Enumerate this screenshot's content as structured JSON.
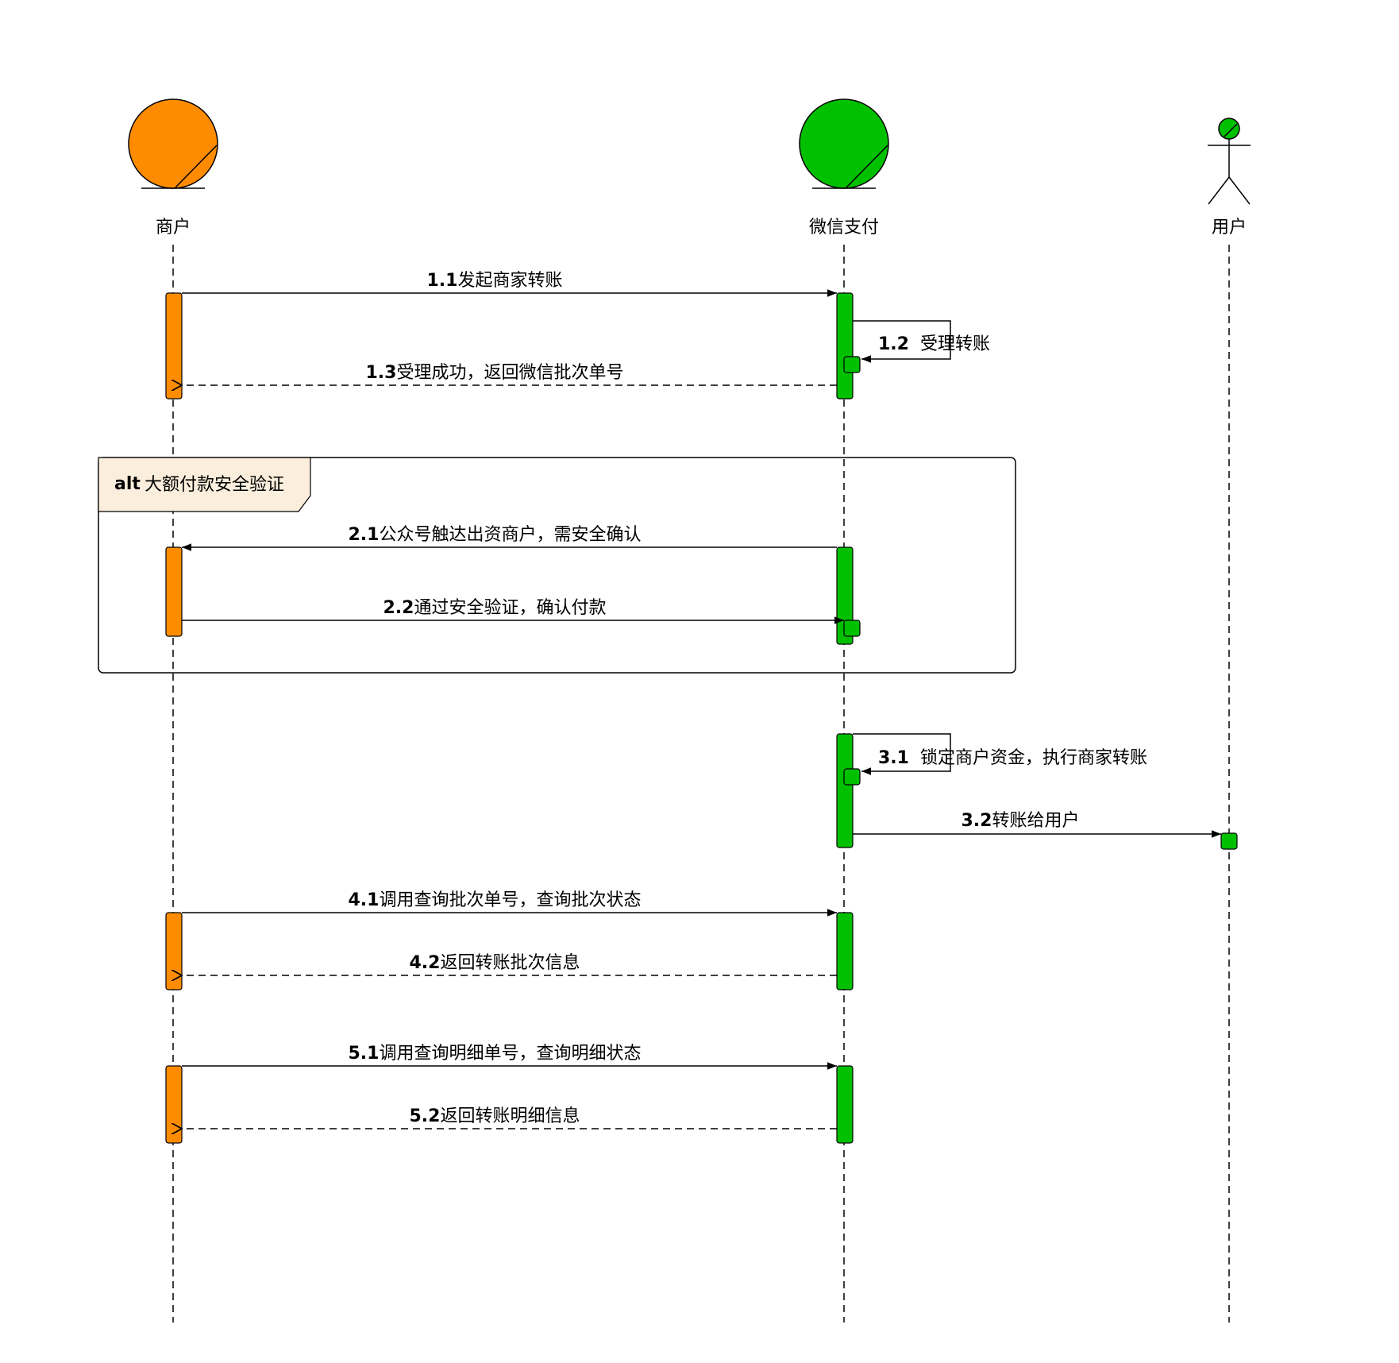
{
  "participants": {
    "merchant": {
      "name": "商户",
      "color": "#FF8C00"
    },
    "wechat": {
      "name": "微信支付",
      "color": "#00C000"
    },
    "user": {
      "name": "用户",
      "color": "#00C000"
    }
  },
  "alt_fragment": {
    "keyword": "alt",
    "title": "大额付款安全验证",
    "label_bg": "#FBEEDC"
  },
  "messages": [
    {
      "id": "m11",
      "number": "1.1",
      "text": "发起商家转账"
    },
    {
      "id": "m12",
      "number": "1.2",
      "text": "受理转账"
    },
    {
      "id": "m13",
      "number": "1.3",
      "text": "受理成功，返回微信批次单号"
    },
    {
      "id": "m21",
      "number": "2.1",
      "text": "公众号触达出资商户，需安全确认"
    },
    {
      "id": "m22",
      "number": "2.2",
      "text": "通过安全验证，确认付款"
    },
    {
      "id": "m31",
      "number": "3.1",
      "text": "锁定商户资金，执行商家转账"
    },
    {
      "id": "m32",
      "number": "3.2",
      "text": "转账给用户"
    },
    {
      "id": "m41",
      "number": "4.1",
      "text": "调用查询批次单号，查询批次状态"
    },
    {
      "id": "m42",
      "number": "4.2",
      "text": "返回转账批次信息"
    },
    {
      "id": "m51",
      "number": "5.1",
      "text": "调用查询明细单号，查询明细状态"
    },
    {
      "id": "m52",
      "number": "5.2",
      "text": "返回转账明细信息"
    }
  ]
}
